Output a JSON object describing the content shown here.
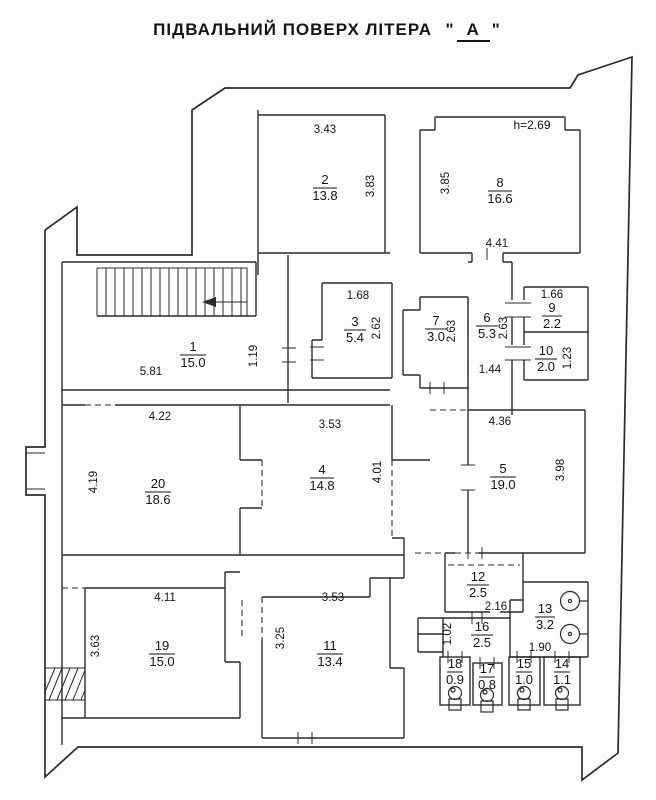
{
  "title": {
    "main": "ПІДВАЛЬНИЙ ПОВЕРХ  ЛІТЕРА",
    "q1": "\"",
    "letter": "А",
    "q2": "\""
  },
  "rooms": {
    "r1": {
      "num": "1",
      "area": "15.0"
    },
    "r2": {
      "num": "2",
      "area": "13.8"
    },
    "r3": {
      "num": "3",
      "area": "5.4"
    },
    "r4": {
      "num": "4",
      "area": "14.8"
    },
    "r5": {
      "num": "5",
      "area": "19.0"
    },
    "r6": {
      "num": "6",
      "area": "5.3"
    },
    "r7": {
      "num": "7",
      "area": "3.0"
    },
    "r8": {
      "num": "8",
      "area": "16.6"
    },
    "r9": {
      "num": "9",
      "area": "2.2"
    },
    "r10": {
      "num": "10",
      "area": "2.0"
    },
    "r11": {
      "num": "11",
      "area": "13.4"
    },
    "r12": {
      "num": "12",
      "area": "2.5"
    },
    "r13": {
      "num": "13",
      "area": "3.2"
    },
    "r14": {
      "num": "14",
      "area": "1.1"
    },
    "r15": {
      "num": "15",
      "area": "1.0"
    },
    "r16": {
      "num": "16",
      "area": "2.5"
    },
    "r17": {
      "num": "17",
      "area": "0.8"
    },
    "r18": {
      "num": "18",
      "area": "0.9"
    },
    "r19": {
      "num": "19",
      "area": "15.0"
    },
    "r20": {
      "num": "20",
      "area": "18.6"
    }
  },
  "dims": {
    "d1_w": "5.81",
    "d1_h": "1.19",
    "d2_w": "3.43",
    "d2_h": "3.83",
    "d3_w": "1.68",
    "d3_h": "2.62",
    "d4_w": "3.53",
    "d4_h": "4.01",
    "d5_w": "4.36",
    "d5_h": "3.98",
    "d6_w": "1.44",
    "d6_h": "2.63",
    "d7_h": "2.63",
    "d8_note": "h=2.69",
    "d8_h": "3.85",
    "d8_w": "4.41",
    "d9_w": "1.66",
    "d10_h": "1.23",
    "d11_w": "3.53",
    "d11_h": "3.25",
    "d12_w": "2.16",
    "d13_w": "1.90",
    "d16_h": "1.02",
    "d19_w": "4.11",
    "d19_h": "3.63",
    "d20_w": "4.22",
    "d20_h": "4.19"
  }
}
